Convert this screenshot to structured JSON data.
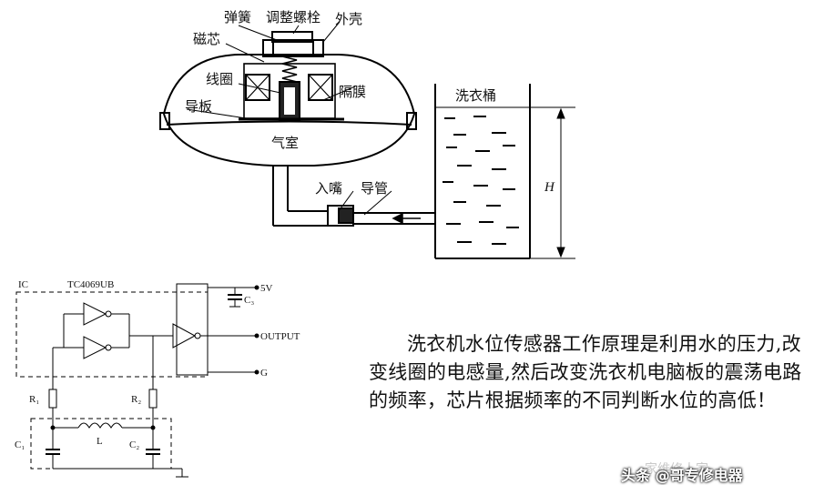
{
  "sensor": {
    "spring": "弹簧",
    "screw": "调整螺栓",
    "shell": "外壳",
    "core": "磁芯",
    "coil": "线圈",
    "diaphragm": "隔膜",
    "guide_plate": "导板",
    "air_chamber": "气室",
    "inlet": "入嘴",
    "tube": "导管",
    "tub": "洗衣桶",
    "height": "H"
  },
  "circuit": {
    "ic": "IC",
    "chip": "TC4069UB",
    "v5": "5V",
    "c3": "C₃",
    "output": "OUTPUT",
    "ground": "G",
    "r1": "R₁",
    "r2": "R₂",
    "l": "L",
    "c1": "C₁",
    "c2": "C₂"
  },
  "description": "洗衣机水位传感器工作原理是利用水的压力,改变线圈的电感量,然后改变洗衣机电脑板的震荡电路的频率，芯片根据频率的不同判断水位的高低！",
  "watermark": "家维修人家",
  "source_tag": "头条 @哥专修电器"
}
